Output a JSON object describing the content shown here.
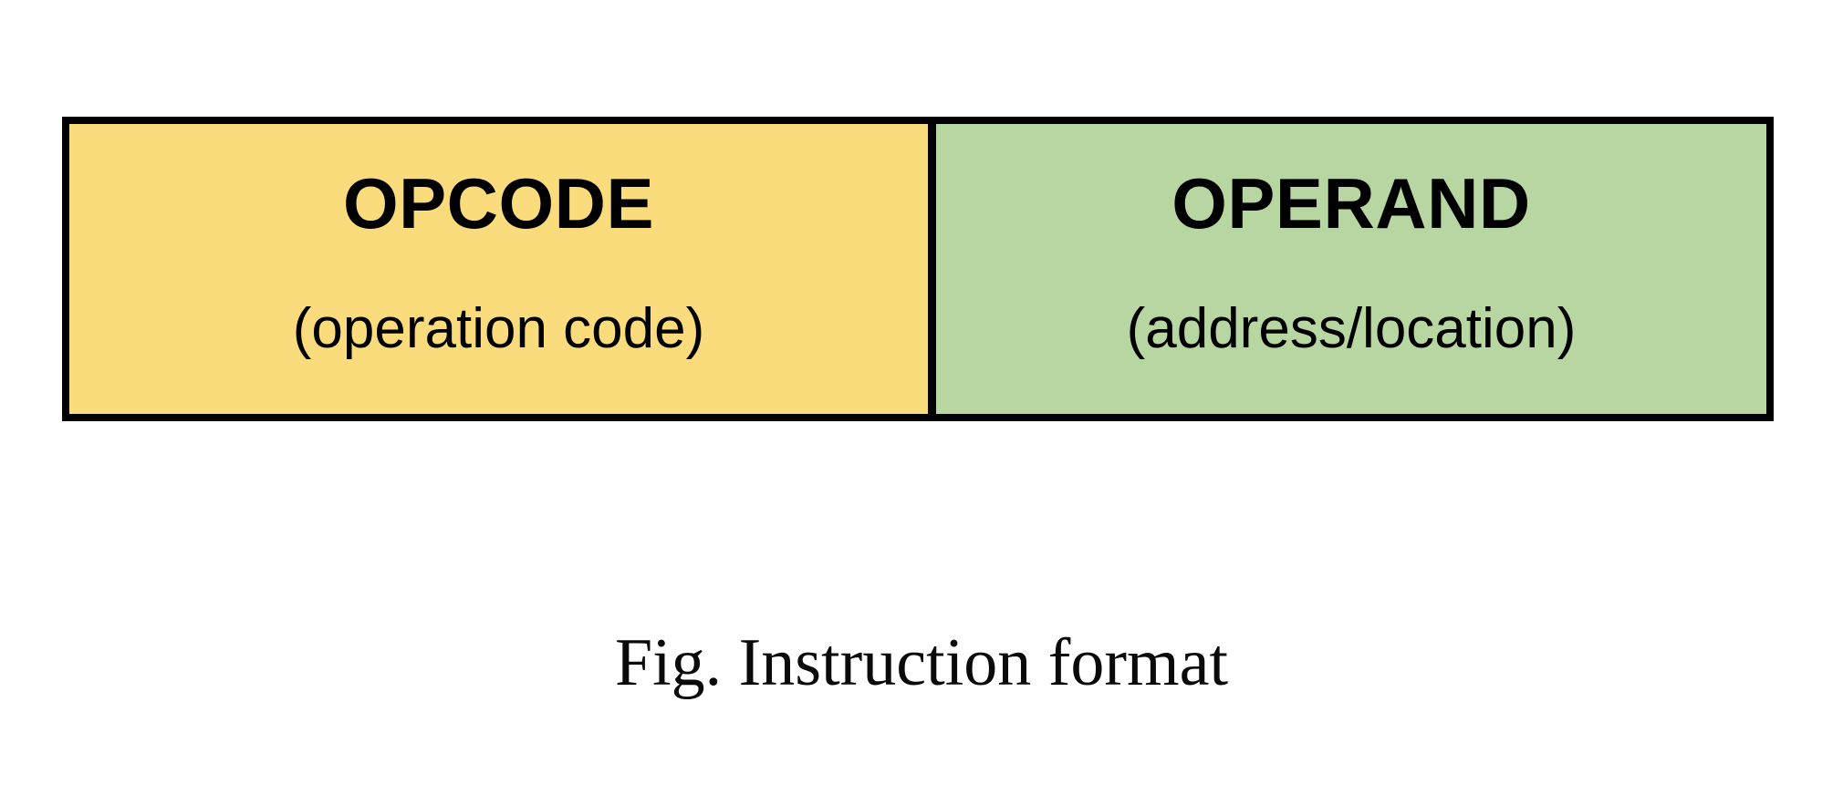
{
  "figure": {
    "caption": "Fig. Instruction format",
    "background_color": "#ffffff",
    "border_color": "#000000"
  },
  "instruction_format": {
    "fields": [
      {
        "name": "opcode",
        "title": "OPCODE",
        "subtitle": "(operation code)",
        "fill_color": "#FBDC7D"
      },
      {
        "name": "operand",
        "title": "OPERAND",
        "subtitle": "(address/location)",
        "fill_color": "#B8D6A2"
      }
    ]
  },
  "chart_data": {
    "type": "diagram",
    "title": "Fig. Instruction format",
    "categories": [
      "OPCODE",
      "OPERAND"
    ],
    "annotations": [
      "(operation code)",
      "(address/location)"
    ],
    "colors": [
      "#FBDC7D",
      "#B8D6A2"
    ]
  }
}
